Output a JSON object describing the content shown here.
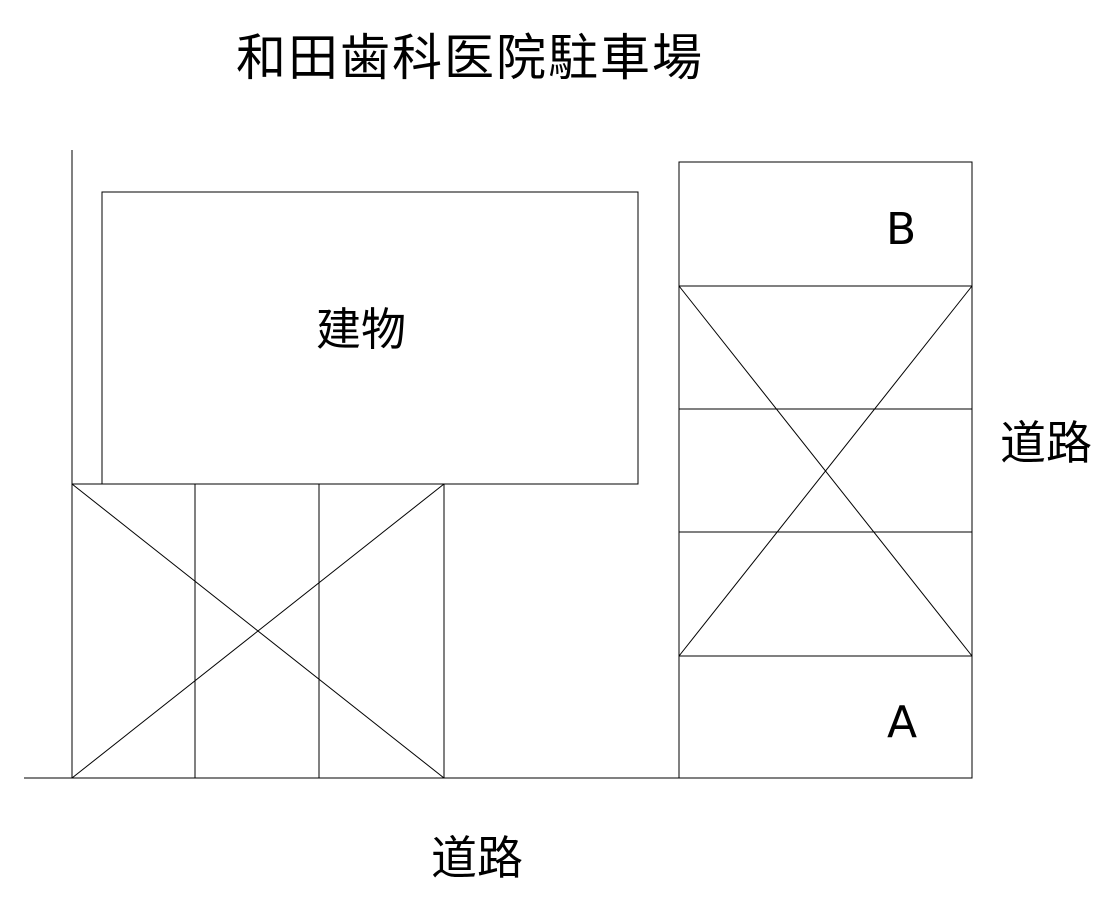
{
  "title": "和田歯科医院駐車場",
  "building": {
    "label": "建物"
  },
  "parking": {
    "space_b": "B",
    "space_a": "A"
  },
  "roads": {
    "right": "道路",
    "bottom": "道路"
  },
  "colors": {
    "line": "#000000",
    "background": "#ffffff"
  }
}
